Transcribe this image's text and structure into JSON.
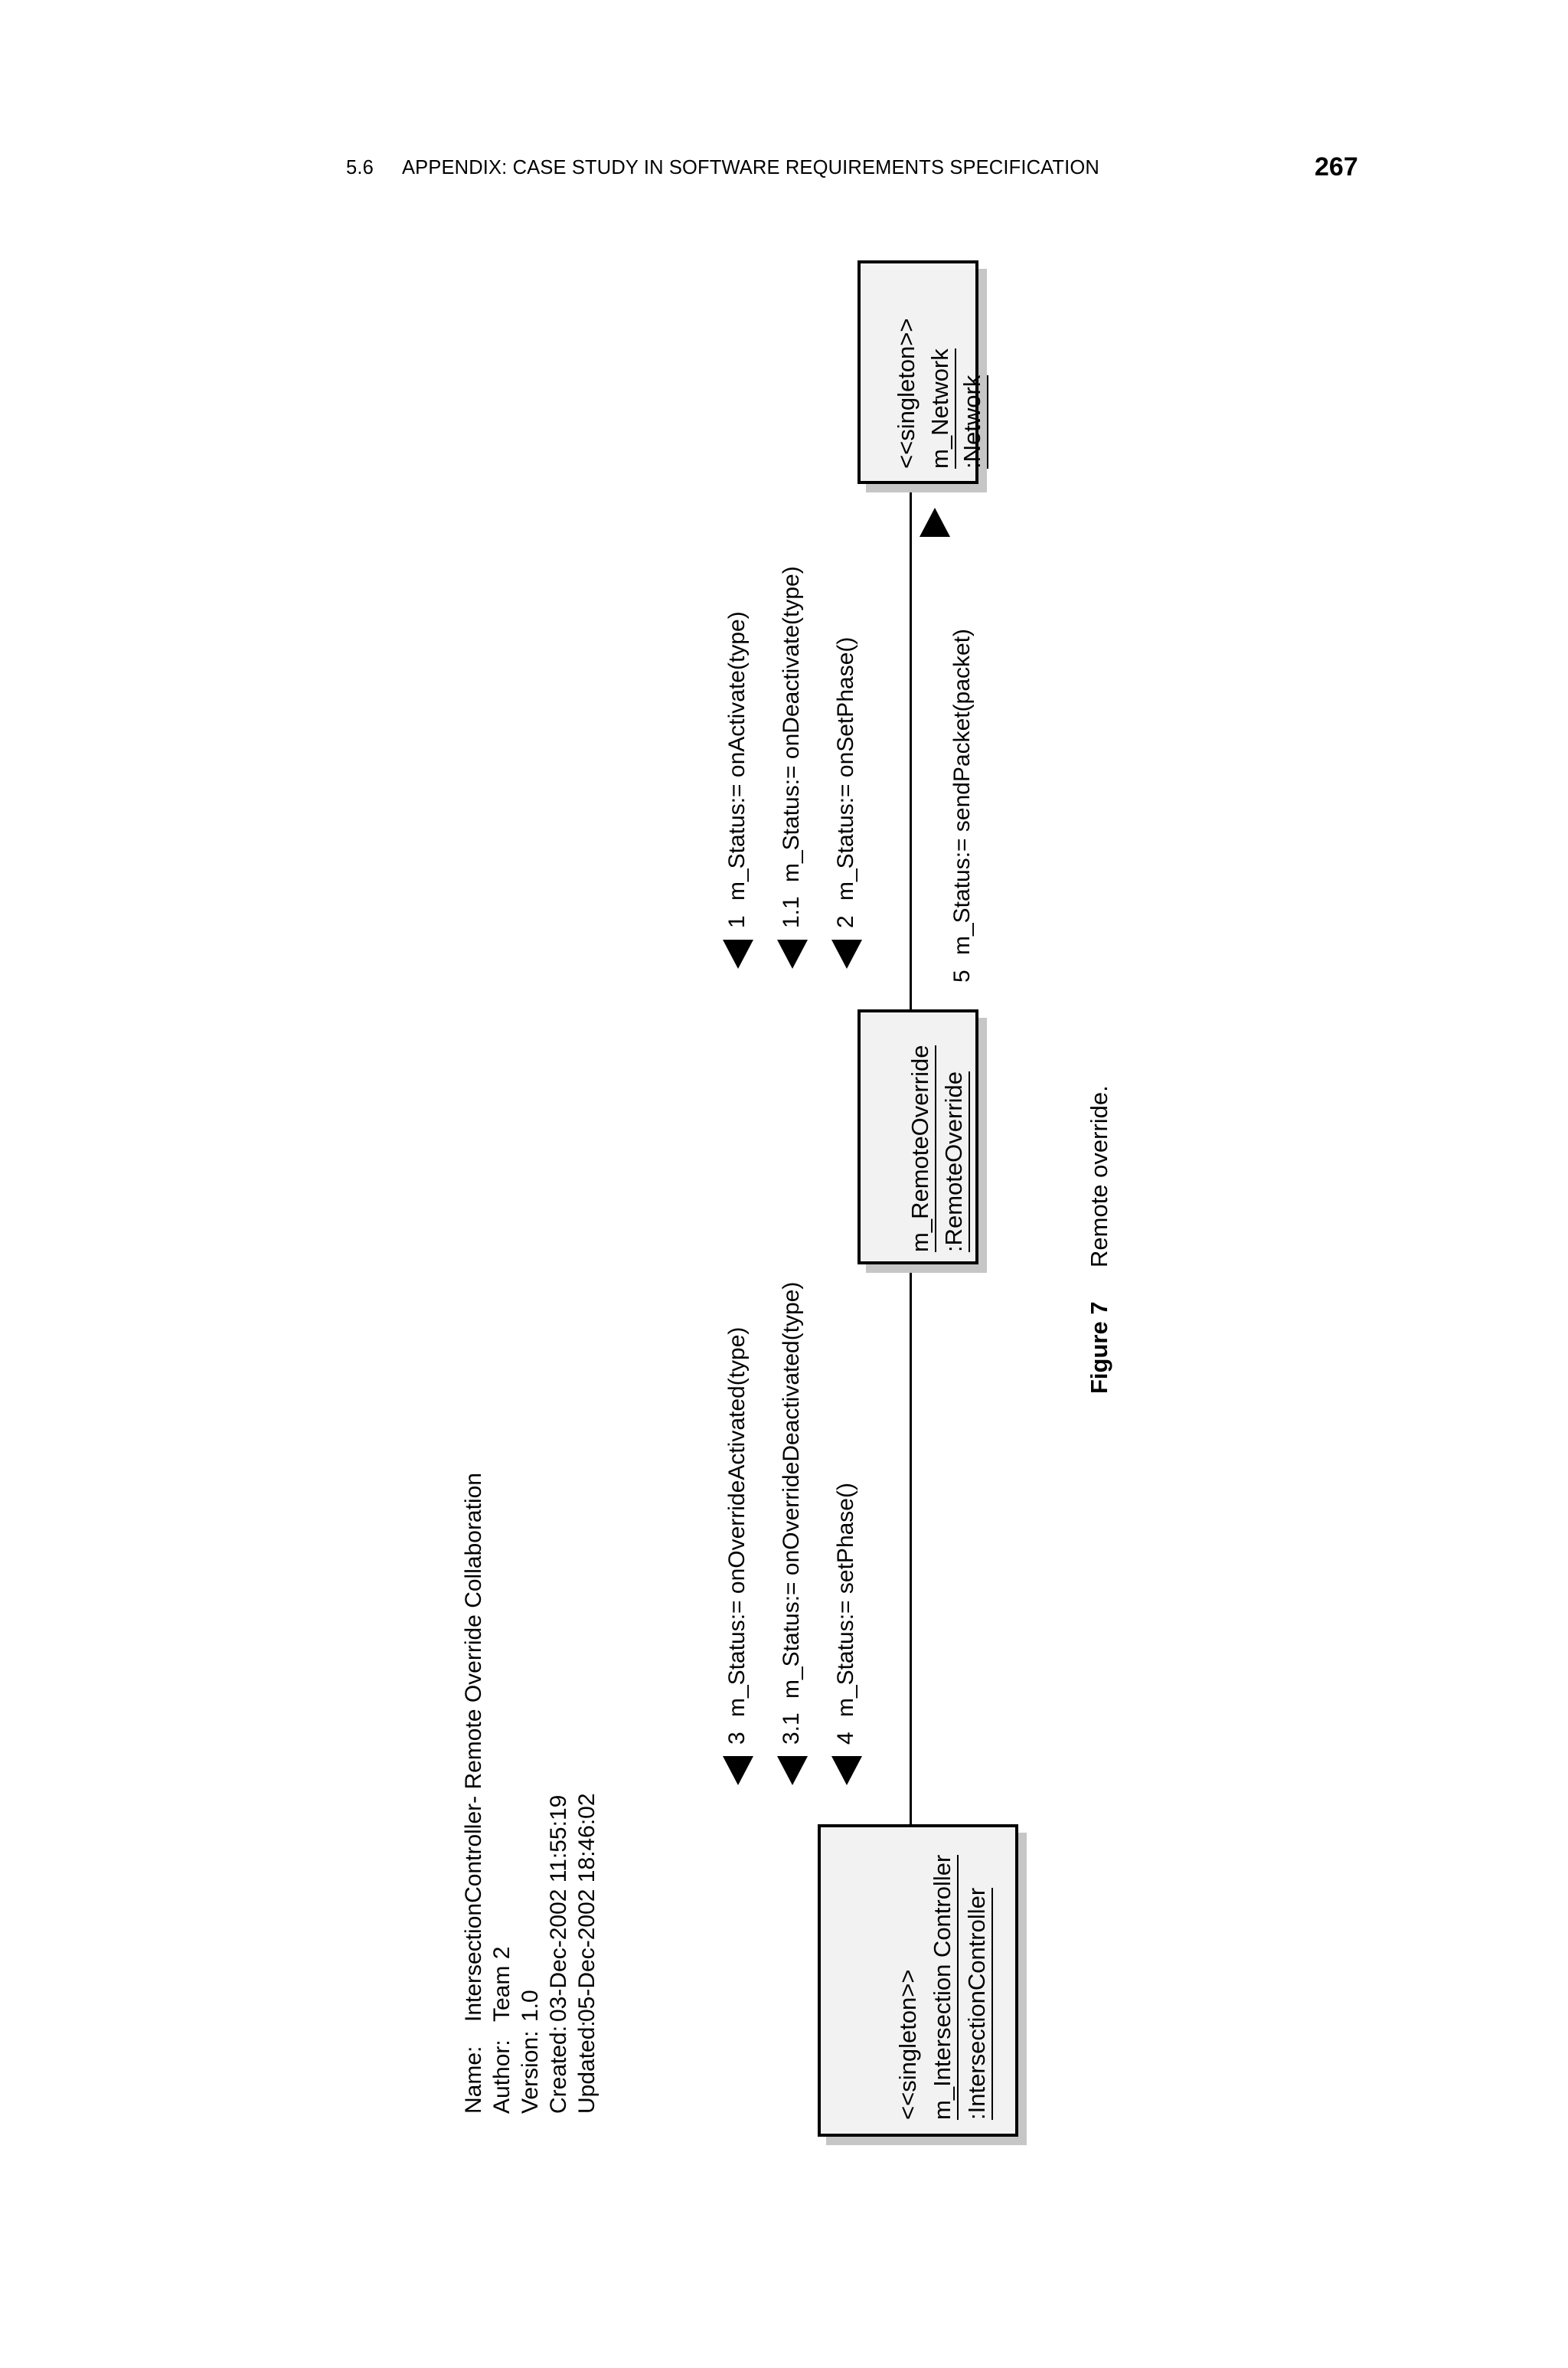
{
  "page": {
    "running_head": {
      "section_number": "5.6",
      "title": "APPENDIX: CASE STUDY IN SOFTWARE REQUIREMENTS SPECIFICATION",
      "page_number": "267"
    }
  },
  "diagram": {
    "metadata": {
      "name_label": "Name:",
      "name_value": "IntersectionController- Remote Override Collaboration",
      "author_label": "Author:",
      "author_value": "Team 2",
      "version_label": "Version:",
      "version_value": "1.0",
      "created_label": "Created:",
      "created_value": "03-Dec-2002 11:55:19",
      "updated_label": "Updated:",
      "updated_value": "05-Dec-2002 18:46:02"
    },
    "objects": [
      {
        "id": "network",
        "stereotype": "<<singleton>>",
        "role_name": "m_Network",
        "class_name": ":Network"
      },
      {
        "id": "remote-override",
        "stereotype": "",
        "role_name": "m_RemoteOverride",
        "class_name": ":RemoteOverride"
      },
      {
        "id": "intersection-controller",
        "stereotype": "<<singleton>>",
        "role_name": "m_Intersection Controller",
        "class_name": ":IntersectionController"
      }
    ],
    "messages": [
      {
        "sequence": "1",
        "text": "m_Status:= onActivate(type)",
        "direction": "down",
        "link": "network-remoteoverride"
      },
      {
        "sequence": "1.1",
        "text": "m_Status:= onDeactivate(type)",
        "direction": "down",
        "link": "network-remoteoverride"
      },
      {
        "sequence": "2",
        "text": "m_Status:= onSetPhase()",
        "direction": "down",
        "link": "network-remoteoverride"
      },
      {
        "sequence": "5",
        "text": "m_Status:= sendPacket(packet)",
        "direction": "up",
        "link": "network-remoteoverride"
      },
      {
        "sequence": "3",
        "text": "m_Status:= onOverrideActivated(type)",
        "direction": "down",
        "link": "remoteoverride-intersectioncontroller"
      },
      {
        "sequence": "3.1",
        "text": "m_Status:= onOverrideDeactivated(type)",
        "direction": "down",
        "link": "remoteoverride-intersectioncontroller"
      },
      {
        "sequence": "4",
        "text": "m_Status:= setPhase()",
        "direction": "down",
        "link": "remoteoverride-intersectioncontroller"
      }
    ]
  },
  "caption": {
    "figure_number": "Figure 7",
    "text": "Remote override."
  },
  "colors": {
    "box_fill": "#f2f2f2",
    "box_border": "#000000",
    "box_shadow": "#c6c6c6",
    "text": "#000000",
    "page_background": "#ffffff"
  }
}
